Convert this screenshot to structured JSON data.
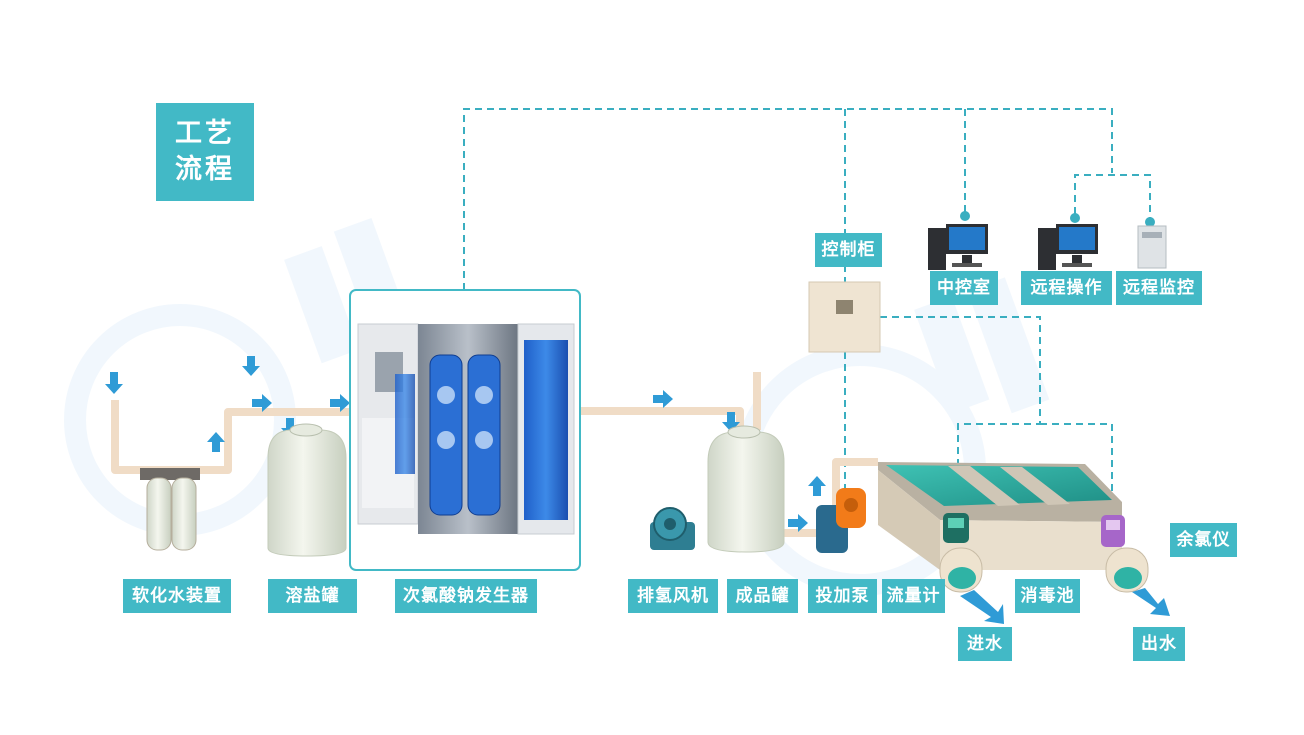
{
  "title": {
    "line1": "工艺",
    "line2": "流程"
  },
  "labels": {
    "softener": "软化水装置",
    "brine_tank": "溶盐罐",
    "generator": "次氯酸钠发生器",
    "fan": "排氢风机",
    "product_tank": "成品罐",
    "dosing_pump": "投加泵",
    "flow_meter": "流量计",
    "disinfection_pool": "消毒池",
    "inlet": "进水",
    "outlet": "出水",
    "residual_chlorine": "余氯仪",
    "control_cabinet": "控制柜",
    "central_control": "中控室",
    "remote_operation": "远程操作",
    "remote_monitor": "远程监控"
  },
  "colors": {
    "accent": "#42b9c6",
    "pipe": "#f0dcc6",
    "dashed_line": "#3aaec0",
    "arrow": "#2f9bd6"
  }
}
